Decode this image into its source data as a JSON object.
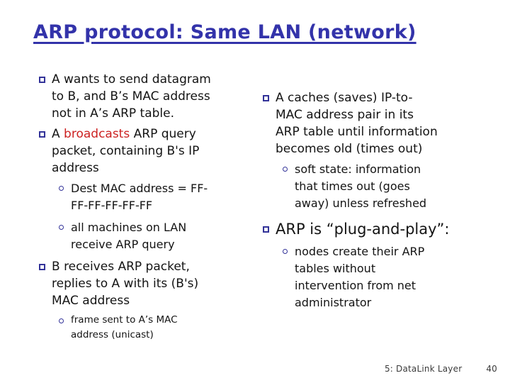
{
  "title": "ARP protocol: Same LAN (network)",
  "colors": {
    "title_blue": "#3333AA",
    "bullet_navy": "#333399",
    "highlight_red": "#CC2222",
    "body_text": "#141414",
    "footer_gray": "#3a3a3a",
    "background": "#ffffff"
  },
  "left": {
    "b1": "A wants to send datagram\nto B, and B’s MAC address\nnot in A’s ARP table.",
    "b2_pre": "A ",
    "b2_highlight": "broadcasts",
    "b2_post": " ARP query\npacket, containing B's IP\naddress",
    "sub1": "Dest MAC address = FF-\nFF-FF-FF-FF-FF",
    "sub2": "all machines on LAN\nreceive ARP query",
    "b3": "B receives ARP packet,\nreplies to A with its (B's)\nMAC address",
    "sub3": "frame sent to A’s MAC\naddress (unicast)"
  },
  "right": {
    "b1": "A caches (saves) IP-to-\nMAC address pair in its\nARP table until information\nbecomes old (times out)",
    "sub1": "soft state: information\nthat times out (goes\naway) unless refreshed",
    "b2": "ARP is “plug-and-play”:",
    "sub2": "nodes create their ARP\ntables without\nintervention from net\nadministrator"
  },
  "footer": {
    "label": "5: DataLink Layer",
    "page": "40"
  }
}
